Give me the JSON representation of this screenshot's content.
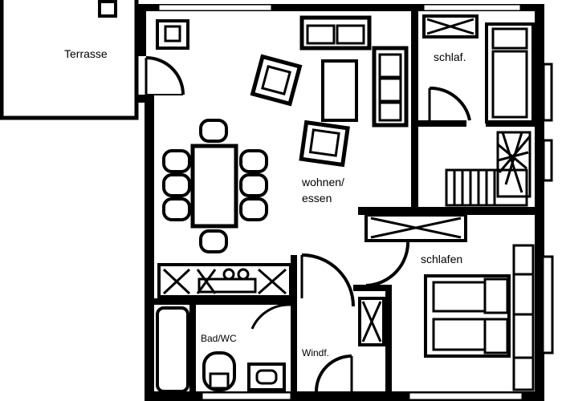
{
  "labels": {
    "terrace": "Terrasse",
    "living_dining_line1": "wohnen/",
    "living_dining_line2": "essen",
    "bedroom_small": "schlaf.",
    "bedroom": "schlafen",
    "bathroom": "Bad/WC",
    "entrance": "Windf."
  },
  "colors": {
    "wall": "#000000",
    "floor": "#ffffff"
  }
}
